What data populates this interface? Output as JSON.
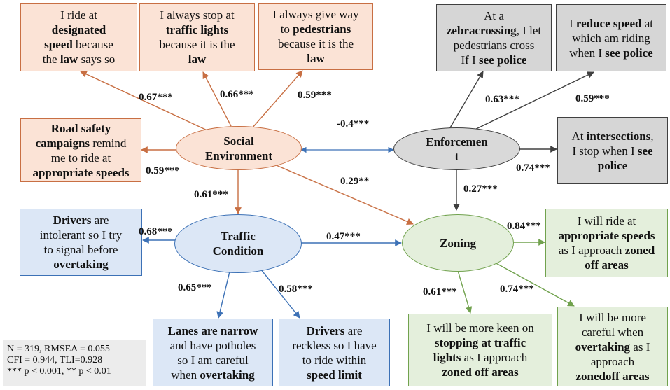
{
  "constructs": {
    "social": "Social Environment",
    "enforcement": [
      "Enforcemen",
      "t"
    ],
    "traffic": "Traffic Condition",
    "zoning": "Zoning"
  },
  "indicators": {
    "s1": [
      {
        "t": "I ride at"
      },
      {
        "t": "designated",
        "b": 1
      },
      {
        "t": "speed",
        "b": 1
      },
      {
        "t": " because"
      },
      {
        "t": "the "
      },
      {
        "t": "law",
        "b": 1
      },
      {
        "t": " says so"
      }
    ],
    "s2": [
      {
        "t": "I always stop at"
      },
      {
        "t": "traffic lights",
        "b": 1
      },
      {
        "t": "because it is the"
      },
      {
        "t": "law",
        "b": 1
      }
    ],
    "s3": [
      {
        "t": "I always give way"
      },
      {
        "t": "to "
      },
      {
        "t": "pedestrians",
        "b": 1
      },
      {
        "t": "because it is the"
      },
      {
        "t": "law",
        "b": 1
      }
    ],
    "s4": [
      {
        "t": "Road safety",
        "b": 1
      },
      {
        "t": "campaigns",
        "b": 1
      },
      {
        "t": " remind"
      },
      {
        "t": "me to ride at"
      },
      {
        "t": "appropriate speeds",
        "b": 1
      }
    ],
    "e1": [
      {
        "t": "At a "
      },
      {
        "t": "zebra",
        "b": 1
      },
      {
        "t": "crossing",
        "b": 1
      },
      {
        "t": ", I let"
      },
      {
        "t": "pedestrians cross"
      },
      {
        "t": "If I "
      },
      {
        "t": "see police",
        "b": 1
      }
    ],
    "e2": [
      {
        "t": "I "
      },
      {
        "t": "reduce speed",
        "b": 1
      },
      {
        "t": " at"
      },
      {
        "t": "which am riding"
      },
      {
        "t": "when I "
      },
      {
        "t": "see police",
        "b": 1
      }
    ],
    "e3": [
      {
        "t": "At "
      },
      {
        "t": "intersections",
        "b": 1
      },
      {
        "t": ","
      },
      {
        "t": "I stop when I "
      },
      {
        "t": "see",
        "b": 1
      },
      {
        "t": "police",
        "b": 1
      }
    ],
    "t1": [
      {
        "t": "Drivers",
        "b": 1
      },
      {
        "t": " are"
      },
      {
        "t": "intolerant so I try"
      },
      {
        "t": "to signal before"
      },
      {
        "t": "overtaking",
        "b": 1
      }
    ],
    "t2": [
      {
        "t": "Lanes are narrow",
        "b": 1
      },
      {
        "t": "and have potholes"
      },
      {
        "t": "so I am careful"
      },
      {
        "t": "when "
      },
      {
        "t": "overtaking",
        "b": 1
      }
    ],
    "t3": [
      {
        "t": "Drivers",
        "b": 1
      },
      {
        "t": " are"
      },
      {
        "t": "reckless so I have"
      },
      {
        "t": "to ride within"
      },
      {
        "t": "speed limit",
        "b": 1
      }
    ],
    "z1": [
      {
        "t": "I will ride at"
      },
      {
        "t": "appropriate speeds",
        "b": 1
      },
      {
        "t": "as I approach "
      },
      {
        "t": "zoned",
        "b": 1
      },
      {
        "t": "off areas",
        "b": 1
      }
    ],
    "z2": [
      {
        "t": "I will be more keen on"
      },
      {
        "t": "stopping at traffic",
        "b": 1
      },
      {
        "t": "lights",
        "b": 1
      },
      {
        "t": " as I approach"
      },
      {
        "t": "zoned off areas",
        "b": 1
      }
    ],
    "z3": [
      {
        "t": "I will be more"
      },
      {
        "t": "careful when"
      },
      {
        "t": "overtaking",
        "b": 1
      },
      {
        "t": " as I"
      },
      {
        "t": "approach "
      },
      {
        "t": "zoned",
        "b": 1
      },
      {
        "t": "off areas",
        "b": 1
      }
    ]
  },
  "line_breaks": {
    "s1": [
      0,
      1,
      3
    ],
    "s2": [
      0,
      1,
      2
    ],
    "s3": [
      0,
      2,
      3
    ],
    "s4": [
      0,
      2,
      3
    ],
    "e1": [
      0,
      3,
      4
    ],
    "e2": [
      2,
      3
    ],
    "e3": [
      2,
      4
    ],
    "t1": [
      1,
      2,
      3
    ],
    "t2": [
      0,
      1,
      2
    ],
    "t3": [
      1,
      2,
      3
    ],
    "z1": [
      0,
      1,
      3
    ],
    "z2": [
      0,
      1,
      3
    ],
    "z3": [
      0,
      1,
      3,
      4
    ]
  },
  "coefficients": {
    "s1": "0.67***",
    "s2": "0.66***",
    "s3": "0.59***",
    "s4": "0.59***",
    "e1": "0.63***",
    "e2": "0.59***",
    "e3": "0.74***",
    "t1": "0.68***",
    "t2": "0.65***",
    "t3": "0.58***",
    "z1": "0.84***",
    "z2": "0.61***",
    "z3": "0.74***",
    "social_enforcement": "-0.4***",
    "social_traffic": "0.61***",
    "social_zoning": "0.29**",
    "enforcement_zoning": "0.27***",
    "traffic_zoning": "0.47***"
  },
  "fit_stats": [
    "N = 319, RMSEA = 0.055",
    "CFI = 0.944, TLI=0.928",
    "*** p < 0.001,  ** p < 0.01"
  ],
  "colors": {
    "orange_fill": "#fbe3d6",
    "orange_line": "#c86f43",
    "grey_fill": "#d6d6d6",
    "grey_line": "#404040",
    "blue_fill": "#dce7f6",
    "blue_line": "#3c71b6",
    "green_fill": "#e4efdc",
    "green_line": "#71a24e"
  }
}
